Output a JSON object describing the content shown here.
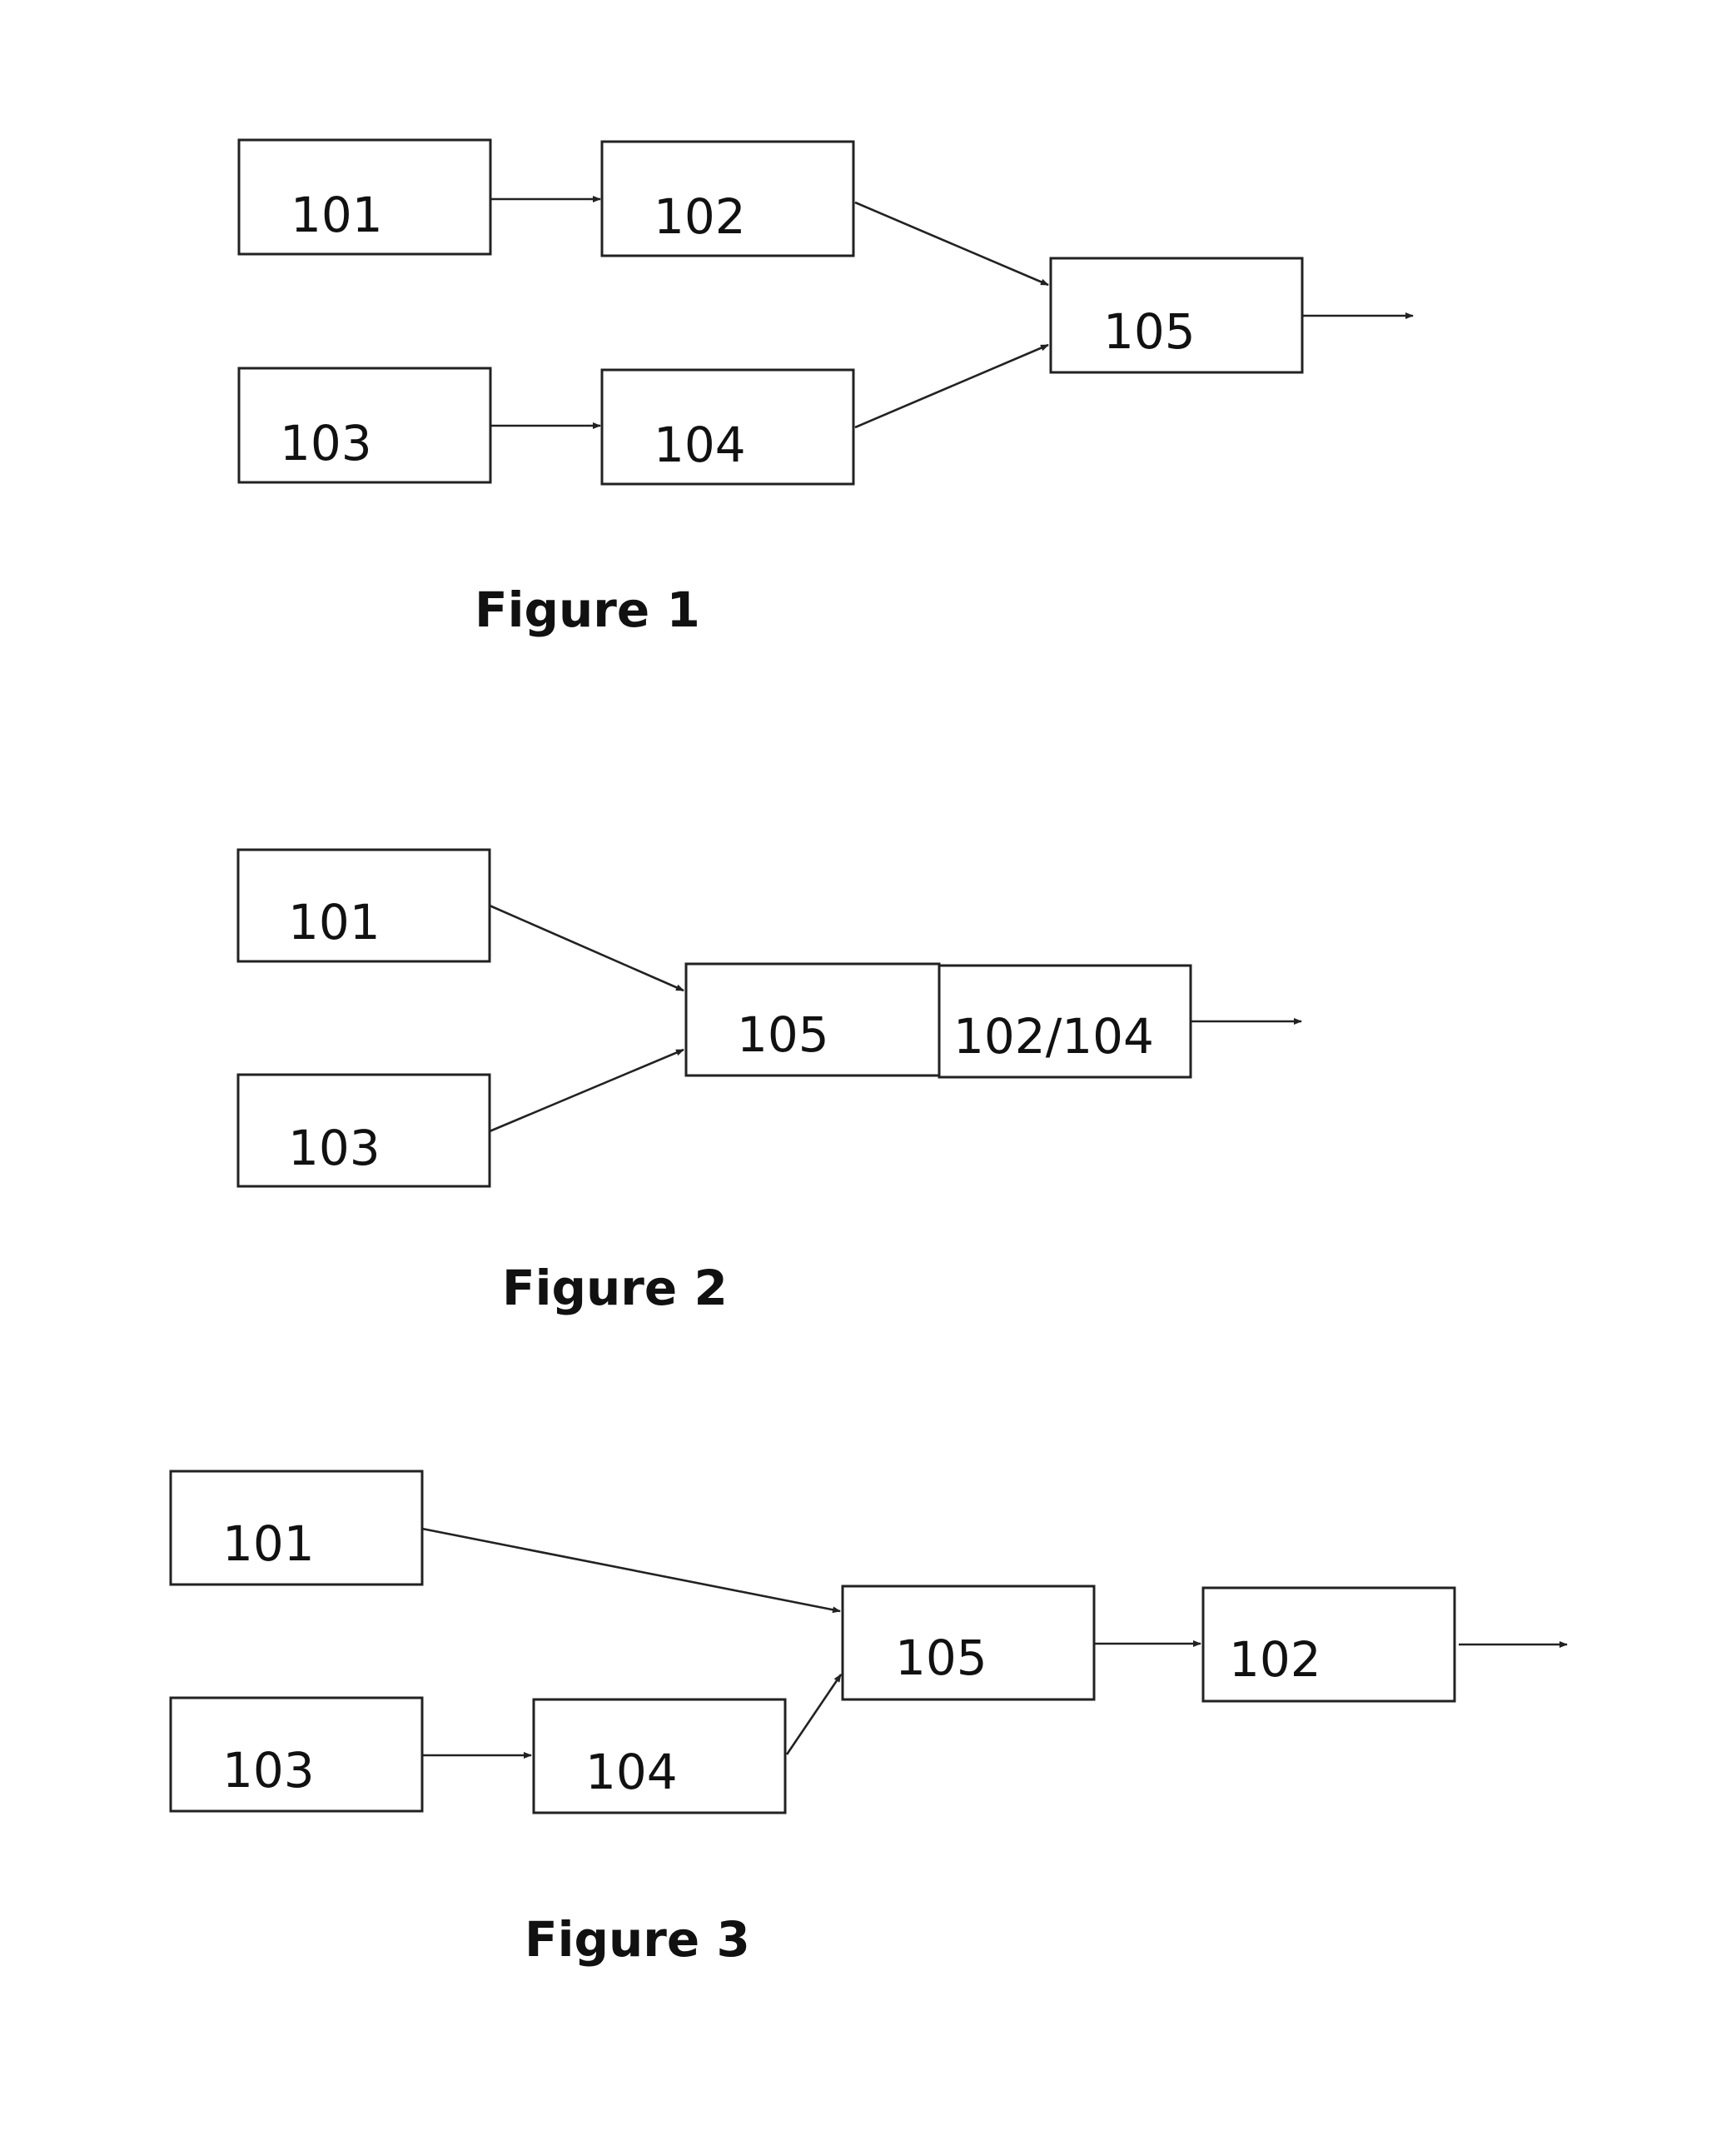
{
  "figure1": {
    "caption": "Figure 1",
    "boxes": {
      "b101": "101",
      "b102": "102",
      "b103": "103",
      "b104": "104",
      "b105": "105"
    }
  },
  "figure2": {
    "caption": "Figure 2",
    "boxes": {
      "b101": "101",
      "b103": "103",
      "b105": "105",
      "b102_104": "102/104"
    }
  },
  "figure3": {
    "caption": "Figure 3",
    "boxes": {
      "b101": "101",
      "b103": "103",
      "b104": "104",
      "b105": "105",
      "b102": "102"
    }
  },
  "colors": {
    "stroke": "#222222",
    "text": "#111111",
    "background": "#ffffff"
  }
}
